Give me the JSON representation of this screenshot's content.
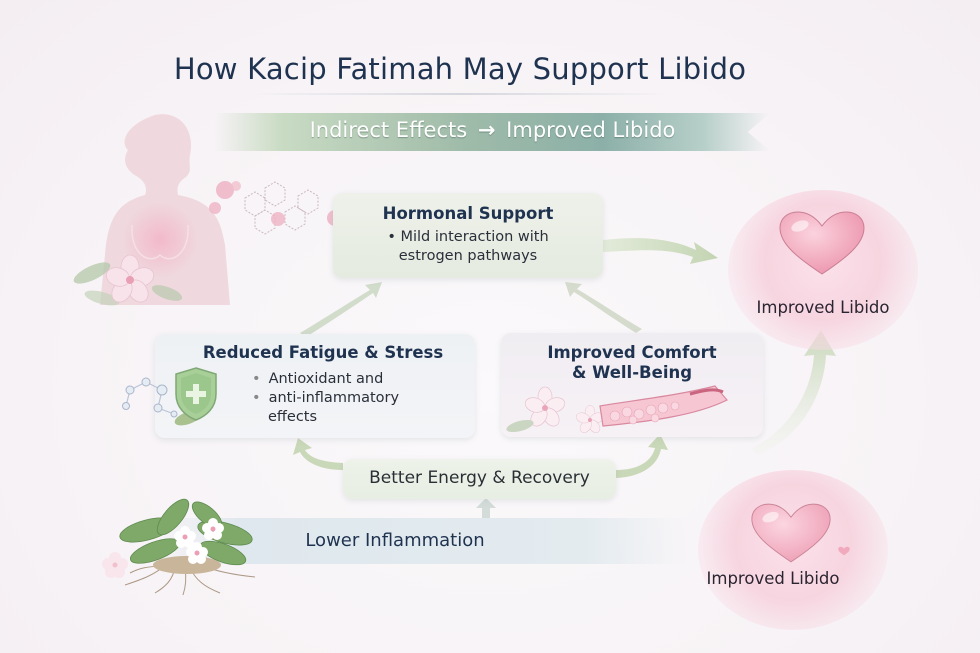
{
  "title": "How Kacip Fatimah May Support Libido",
  "banner": {
    "left_text": "Indirect Effects",
    "arrow_glyph": "→",
    "right_text": "Improved Libido",
    "full_text": "Indirect Effects → Improved Libido"
  },
  "nodes": {
    "hormonal_support": {
      "title": "Hormonal Support",
      "bullets": [
        "Mild interaction with estrogen pathways"
      ],
      "bullet_line1": "• Mild interaction with",
      "bullet_line2": "estrogen pathways"
    },
    "reduced_fatigue": {
      "title": "Reduced Fatigue & Stress",
      "bullets": [
        "Antioxidant and",
        "anti-inflammatory effects"
      ],
      "bullet_line1": "Antioxidant and",
      "bullet_line2": "anti-inflammatory",
      "bullet_line3": "effects"
    },
    "improved_comfort": {
      "title_line1": "Improved Comfort",
      "title_line2": "& Well-Being"
    },
    "better_energy": {
      "title": "Better Energy & Recovery"
    },
    "lower_inflammation": {
      "title": "Lower Inflammation"
    },
    "improved_libido_top": {
      "label": "Improved Libido"
    },
    "improved_libido_bottom": {
      "label": "Improved Libido"
    }
  },
  "flow": [
    {
      "from": "Lower Inflammation",
      "to": "Better Energy & Recovery"
    },
    {
      "from": "Better Energy & Recovery",
      "to": "Reduced Fatigue & Stress"
    },
    {
      "from": "Better Energy & Recovery",
      "to": "Improved Comfort & Well-Being"
    },
    {
      "from": "Reduced Fatigue & Stress",
      "to": "Hormonal Support"
    },
    {
      "from": "Improved Comfort & Well-Being",
      "to": "Hormonal Support"
    },
    {
      "from": "Hormonal Support",
      "to": "Improved Libido"
    },
    {
      "from": "Improved Comfort & Well-Being",
      "to": "Improved Libido"
    }
  ],
  "illustrations": {
    "woman_silhouette": "woman-silhouette-icon",
    "molecule_chain": "molecule-icon",
    "shield": "shield-plus-icon",
    "flowers": "flower-icon",
    "blood_vessel": "blood-vessel-icon",
    "plant_root": "kacip-fatimah-plant-icon",
    "heart": "heart-icon"
  },
  "colors": {
    "title": "#1f3350",
    "banner_green": "#9fbba9",
    "arrow_green": "#c9d8b8",
    "heart_pink": "#f2a7bd",
    "glow_pink": "#f7d5e0"
  }
}
